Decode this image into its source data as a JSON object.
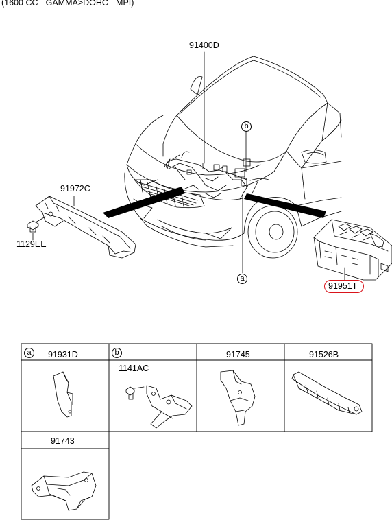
{
  "header": {
    "subtitle": "(1600 CC - GAMMA>DOHC - MPI)"
  },
  "callouts": {
    "main_harness": "91400D",
    "bracket_left": "91972C",
    "bolt": "1129EE",
    "junction_box": "91951T",
    "marker_a": "a",
    "marker_b": "b"
  },
  "highlight_color": "#d9141b",
  "parts_table": {
    "cells": [
      {
        "marker": "a",
        "part": "91931D"
      },
      {
        "marker": "b",
        "part": "1141AC"
      },
      {
        "marker": "",
        "part": "91745"
      },
      {
        "marker": "",
        "part": "91526B"
      },
      {
        "marker": "",
        "part": "91743"
      }
    ]
  }
}
